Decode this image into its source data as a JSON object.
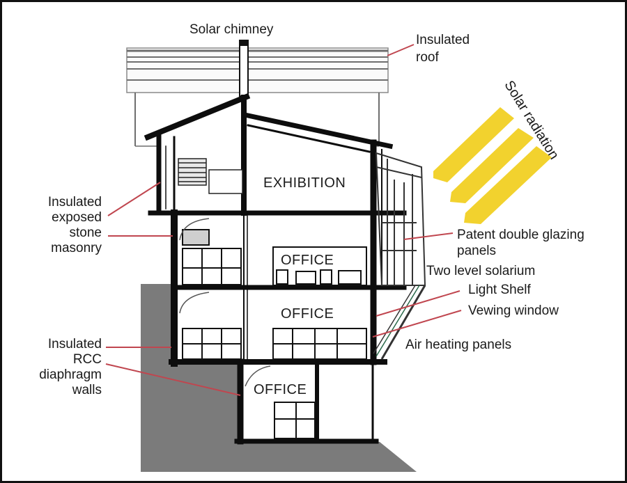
{
  "diagram": {
    "type": "building-section",
    "colors": {
      "frame": "#111111",
      "structure": "#0d0d0d",
      "ground": "#7a7a7a",
      "leader_line": "#c0464f",
      "solar_ray": "#f2d22e",
      "text": "#1a1a1a"
    },
    "labels": {
      "solar_chimney": "Solar chimney",
      "insulated_roof_1": "Insulated",
      "insulated_roof_2": "roof",
      "solar_radiation": "Solar radiation",
      "stone_1": "Insulated",
      "stone_2": "exposed",
      "stone_3": "stone",
      "stone_4": "masonry",
      "glazing_1": "Patent double glazing",
      "glazing_2": "panels",
      "solarium": "Two level solarium",
      "light_shelf": "Light Shelf",
      "viewing_window": "Vewing window",
      "air_heating": "Air heating panels",
      "rcc_1": "Insulated",
      "rcc_2": "RCC",
      "rcc_3": "diaphragm",
      "rcc_4": "walls"
    },
    "rooms": {
      "exhibition": "EXHIBITION",
      "office_upper": "OFFICE",
      "office_middle": "OFFICE",
      "office_lower": "OFFICE"
    }
  }
}
